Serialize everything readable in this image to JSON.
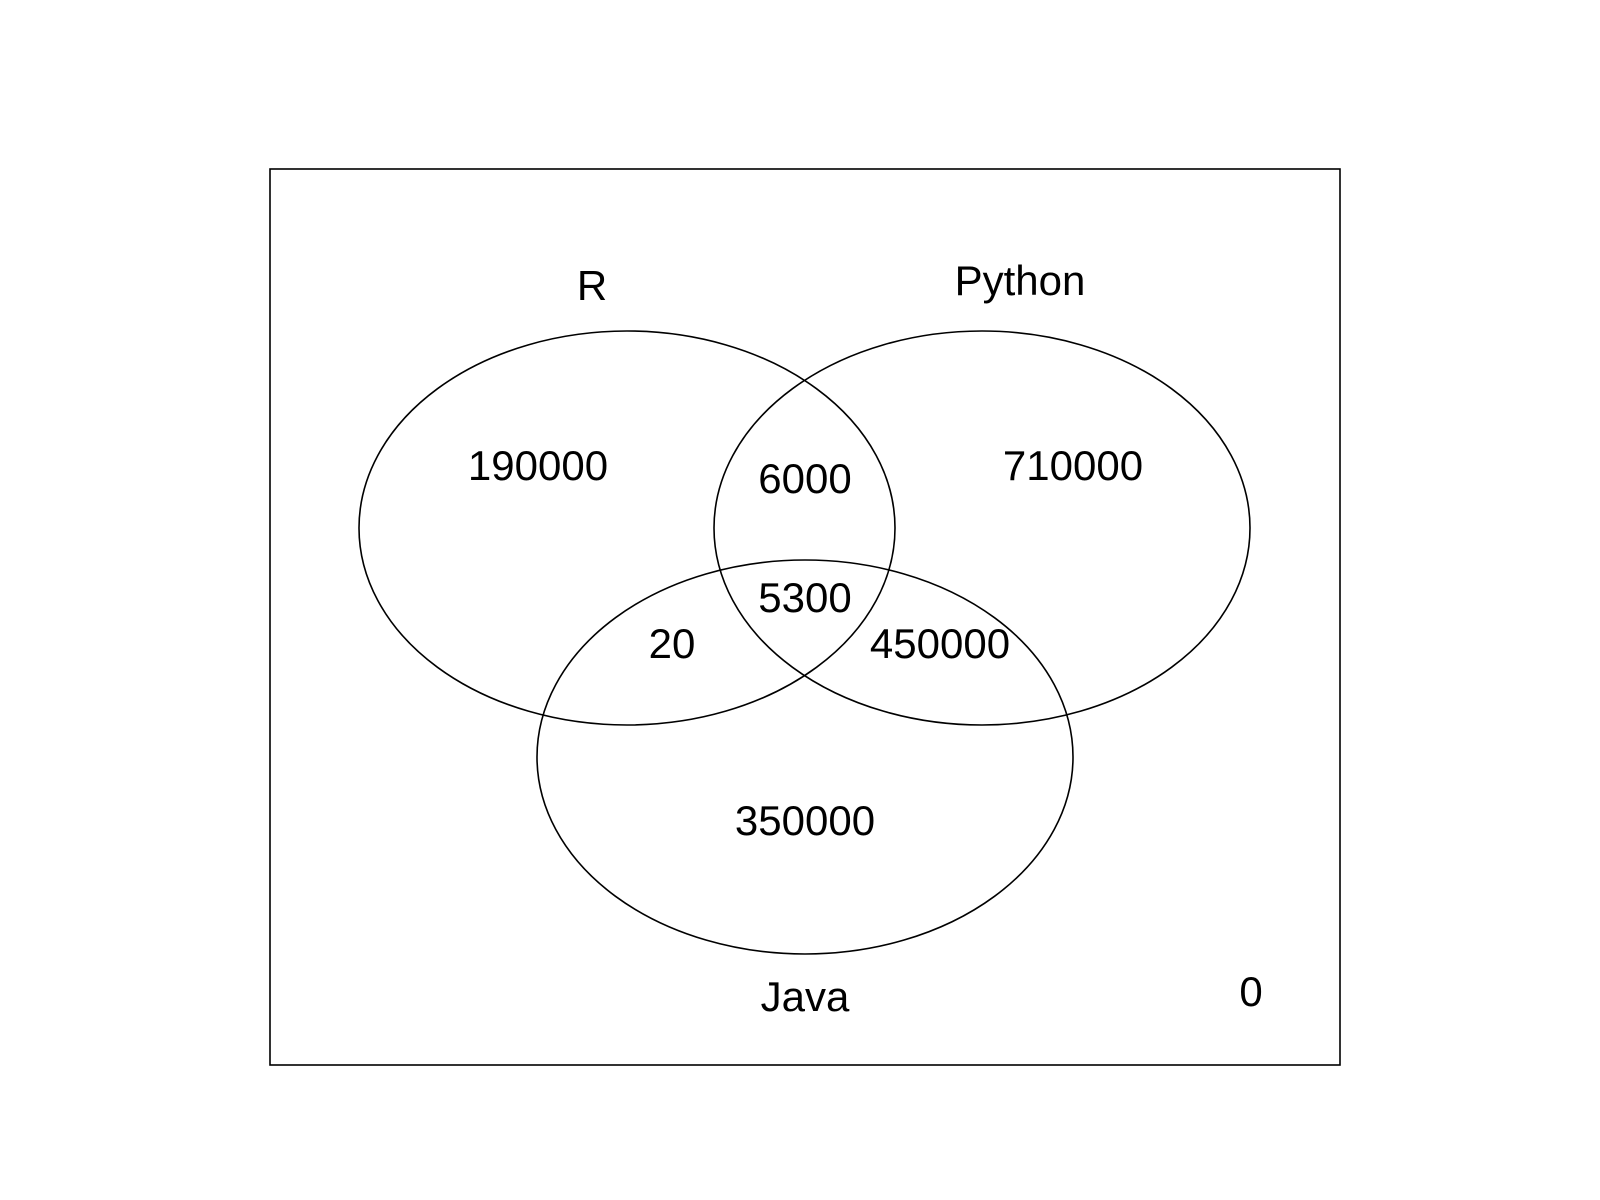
{
  "venn": {
    "sets": [
      {
        "key": "r",
        "label": "R"
      },
      {
        "key": "python",
        "label": "Python"
      },
      {
        "key": "java",
        "label": "Java"
      }
    ],
    "regions": {
      "r_only": "190000",
      "python_only": "710000",
      "java_only": "350000",
      "r_python": "6000",
      "r_java": "20",
      "python_java": "450000",
      "r_python_java": "5300",
      "outside": "0"
    },
    "colors": {
      "stroke": "#000000",
      "background": "#ffffff"
    }
  }
}
